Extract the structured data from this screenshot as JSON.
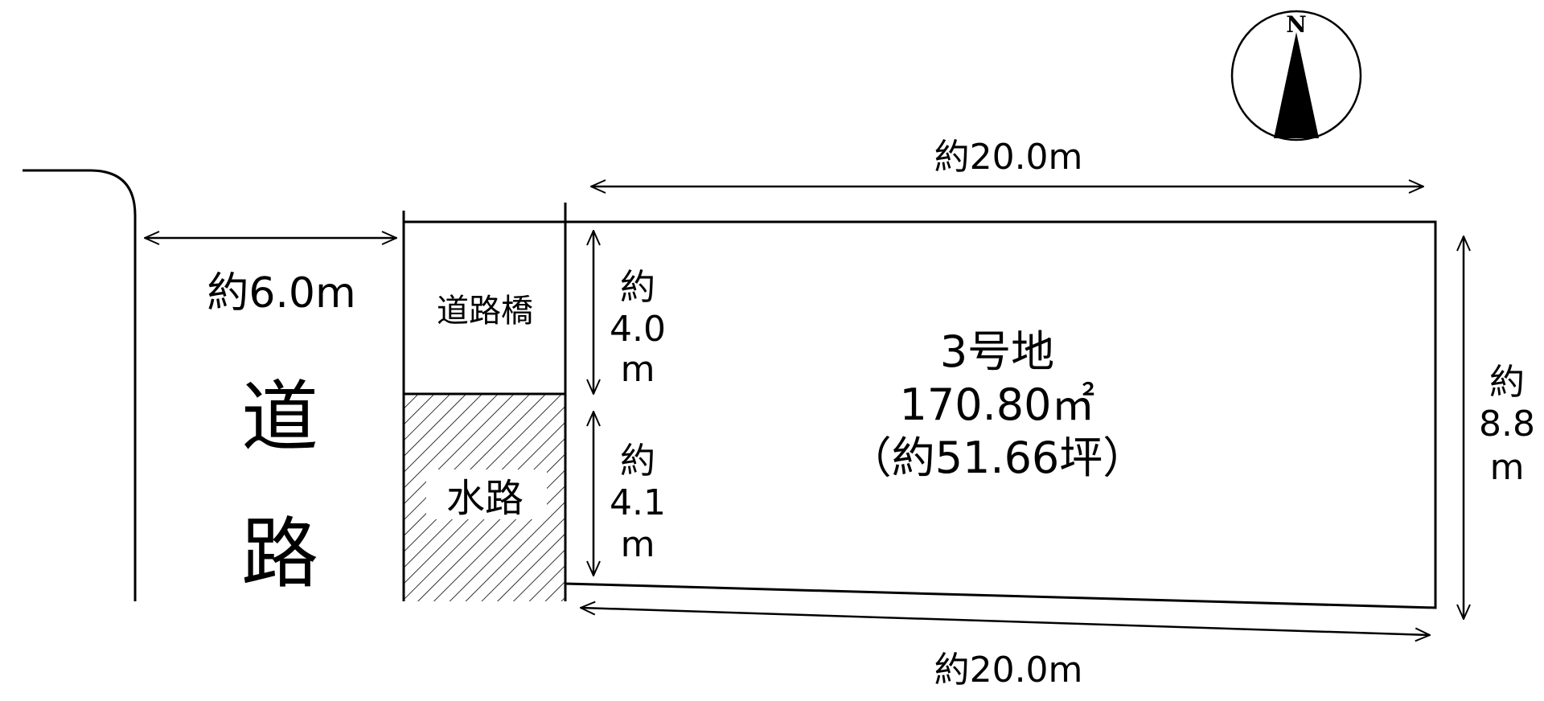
{
  "compass": {
    "north_label": "N"
  },
  "road": {
    "label_line1": "道",
    "label_line2": "路",
    "width_label": "約6.0m"
  },
  "bridge": {
    "label": "道路橋"
  },
  "waterway": {
    "label": "水路"
  },
  "dimensions": {
    "top_width": "約20.0m",
    "bottom_width": "約20.0m",
    "left_upper": {
      "line1": "約",
      "line2": "4.0",
      "line3": "m"
    },
    "left_lower": {
      "line1": "約",
      "line2": "4.1",
      "line3": "m"
    },
    "right_depth": {
      "line1": "約",
      "line2": "8.8",
      "line3": "m"
    }
  },
  "lot": {
    "name": "3号地",
    "area_sqm": "170.80㎡",
    "area_tsubo": "（約51.66坪）"
  },
  "colors": {
    "line": "#000000",
    "background": "#ffffff",
    "compass_fill": "#000000"
  }
}
